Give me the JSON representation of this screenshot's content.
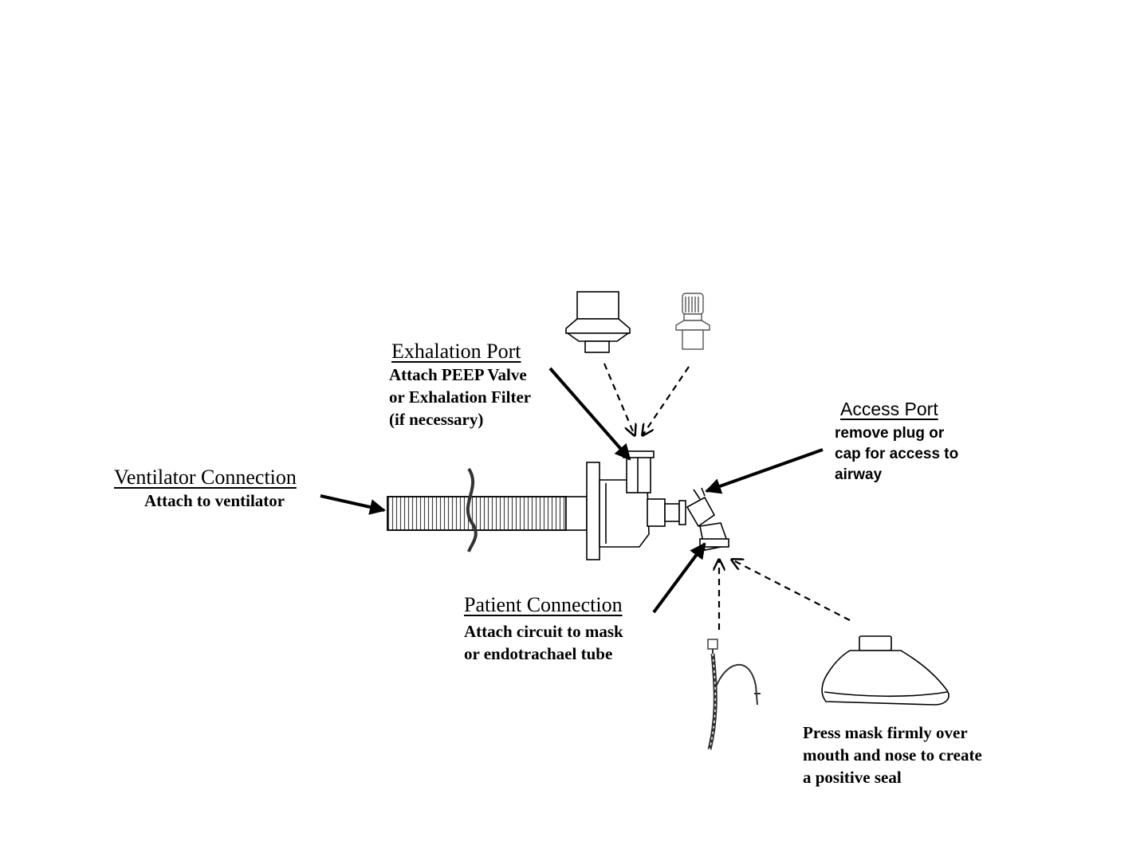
{
  "labels": {
    "ventilator": {
      "title": "Ventilator Connection",
      "lines": [
        "Attach to ventilator"
      ]
    },
    "exhalation": {
      "title": "Exhalation Port",
      "lines": [
        "Attach PEEP Valve",
        "or Exhalation Filter",
        "(if necessary)"
      ]
    },
    "access": {
      "title": "Access Port",
      "lines": [
        "remove plug or",
        "cap for access to",
        "airway"
      ]
    },
    "patient": {
      "title": "Patient Connection",
      "lines": [
        "Attach circuit to mask",
        "or endotrachael tube"
      ]
    },
    "mask": {
      "lines": [
        "Press mask firmly over",
        "mouth and nose to create",
        "a positive seal"
      ]
    }
  },
  "icons": [
    "ventilator-circuit-icon",
    "peep-valve-icon",
    "exhalation-filter-icon",
    "endotracheal-tube-icon",
    "face-mask-icon"
  ],
  "colors": {
    "ink": "#000000",
    "background": "#ffffff"
  }
}
